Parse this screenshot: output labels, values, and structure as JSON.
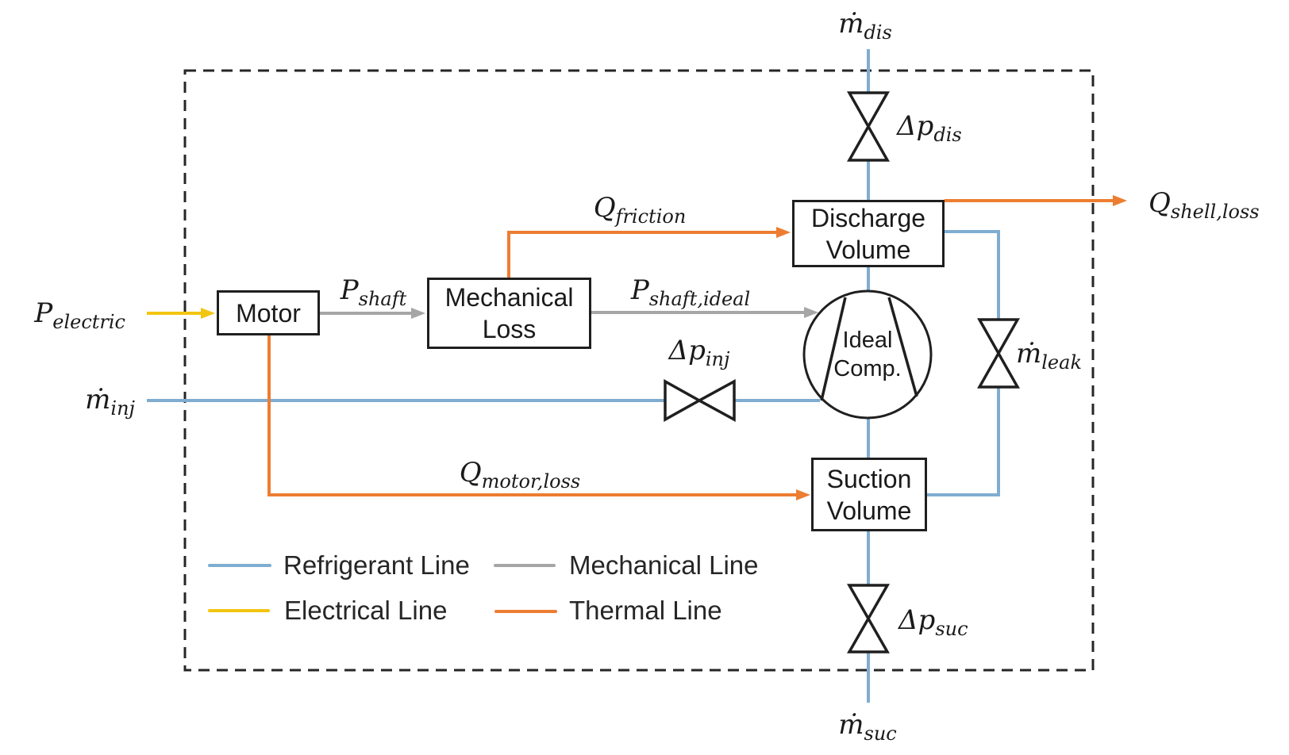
{
  "colors": {
    "refrigerant": "#7FADD1",
    "electrical": "#F2C511",
    "mechanical": "#A6A6A6",
    "thermal": "#ED7D31",
    "outline": "#1F1F1F",
    "boundary": "#262626"
  },
  "blocks": {
    "motor": {
      "label": "Motor"
    },
    "mechanical_loss": {
      "line1": "Mechanical",
      "line2": "Loss"
    },
    "discharge_volume": {
      "line1": "Discharge",
      "line2": "Volume"
    },
    "suction_volume": {
      "line1": "Suction",
      "line2": "Volume"
    },
    "ideal_compressor": {
      "line1": "Ideal",
      "line2": "Comp."
    }
  },
  "labels": {
    "p_electric": {
      "main": "P",
      "sub": "electric"
    },
    "p_shaft": {
      "main": "P",
      "sub": "shaft"
    },
    "p_shaft_ideal": {
      "main": "P",
      "sub": "shaft,ideal"
    },
    "q_friction": {
      "main": "Q",
      "sub": "friction"
    },
    "q_shell_loss": {
      "main": "Q",
      "sub": "shell,loss"
    },
    "q_motor_loss": {
      "main": "Q",
      "sub": "motor,loss"
    },
    "m_dot_dis": {
      "main": "ṁ",
      "sub": "dis"
    },
    "m_dot_suc": {
      "main": "ṁ",
      "sub": "suc"
    },
    "m_dot_inj": {
      "main": "ṁ",
      "sub": "inj"
    },
    "m_dot_leak": {
      "main": "ṁ",
      "sub": "leak"
    },
    "dp_dis": {
      "main": "Δp",
      "sub": "dis"
    },
    "dp_inj": {
      "main": "Δp",
      "sub": "inj"
    },
    "dp_suc": {
      "main": "Δp",
      "sub": "suc"
    }
  },
  "legend": {
    "refrigerant": "Refrigerant Line",
    "mechanical": "Mechanical Line",
    "electrical": "Electrical Line",
    "thermal": "Thermal Line"
  }
}
